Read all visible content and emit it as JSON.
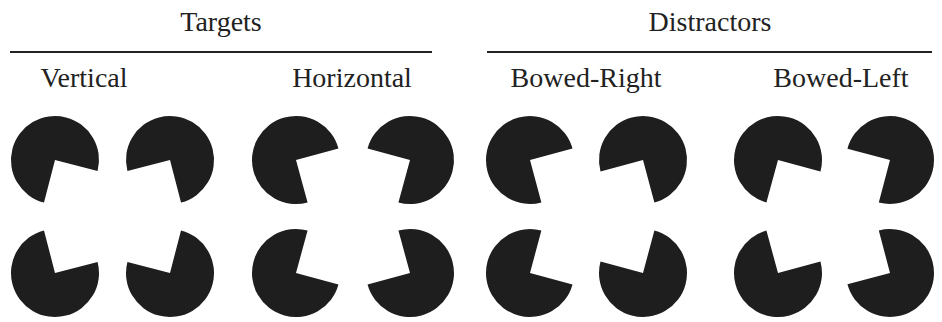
{
  "diagram": {
    "labels": [
      "Targets",
      "Distractors",
      "Vertical",
      "Horizontal",
      "Bowed-Right",
      "Bowed-Left"
    ]
  }
}
